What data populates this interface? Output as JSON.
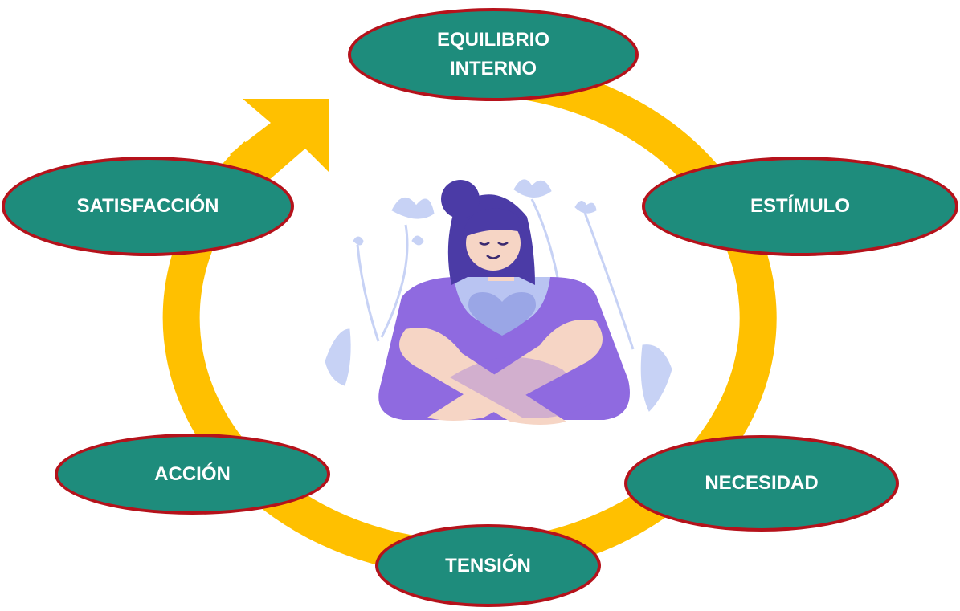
{
  "diagram": {
    "stages": [
      {
        "id": "equilibrio",
        "lines": [
          "EQUILIBRIO",
          "INTERNO"
        ]
      },
      {
        "id": "estimulo",
        "lines": [
          "ESTÍMULO"
        ]
      },
      {
        "id": "necesidad",
        "lines": [
          "NECESIDAD"
        ]
      },
      {
        "id": "tension",
        "lines": [
          "TENSIÓN"
        ]
      },
      {
        "id": "accion",
        "lines": [
          "ACCIÓN"
        ]
      },
      {
        "id": "satisfaccion",
        "lines": [
          "SATISFACCIÓN"
        ]
      }
    ],
    "colors": {
      "cycle_arrow": "#ffc000",
      "node_fill": "#1e8c7c",
      "node_border": "#b5121b",
      "node_text": "#ffffff",
      "shirt": "#8f6ae0",
      "hair": "#4b3ba6",
      "skin": "#f6d5c5",
      "heart": "#9aa6e6",
      "leaves": "#c7d2f5"
    },
    "illustration": "woman-self-hug-icon",
    "cycle_arrow_icon": "circular-arrow-icon"
  }
}
